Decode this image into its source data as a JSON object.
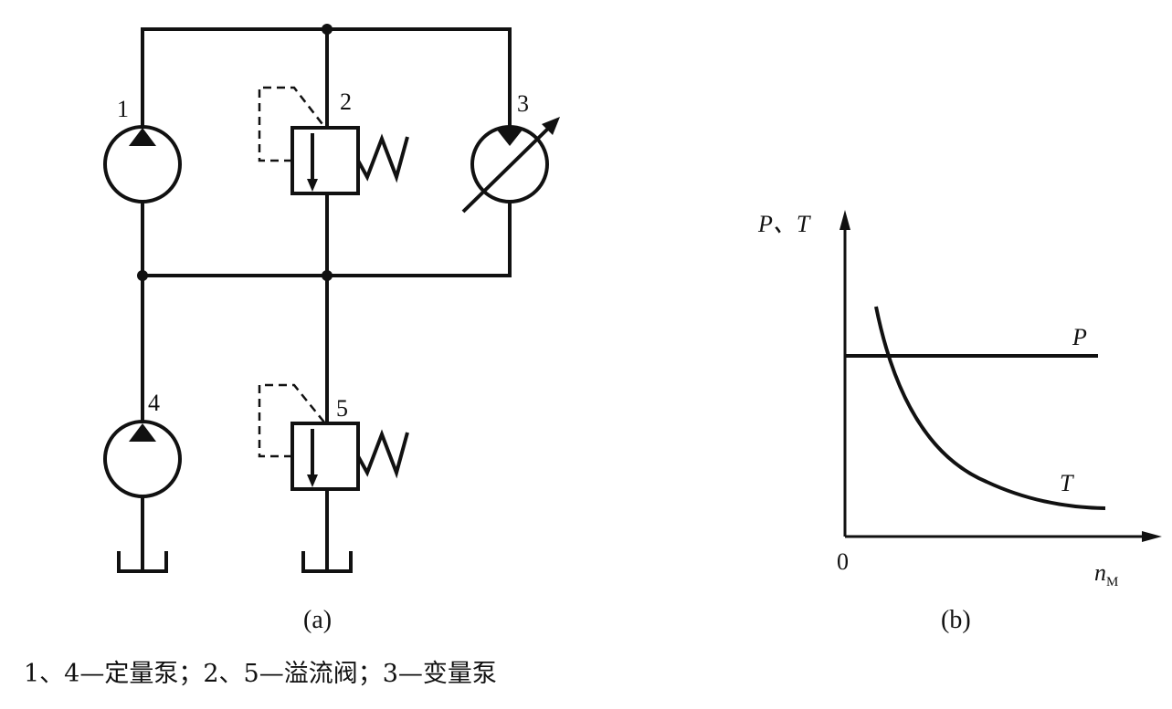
{
  "circuit": {
    "label_1": "1",
    "label_2": "2",
    "label_3": "3",
    "label_4": "4",
    "label_5": "5",
    "caption": "(a)"
  },
  "graph": {
    "y_axis_label": "P、T",
    "x_axis_label_main": "n",
    "x_axis_label_sub": "M",
    "origin_label": "0",
    "curve_p_label": "P",
    "curve_t_label": "T",
    "caption": "(b)"
  },
  "legend": "1、4—定量泵；2、5—溢流阀；3—变量泵"
}
